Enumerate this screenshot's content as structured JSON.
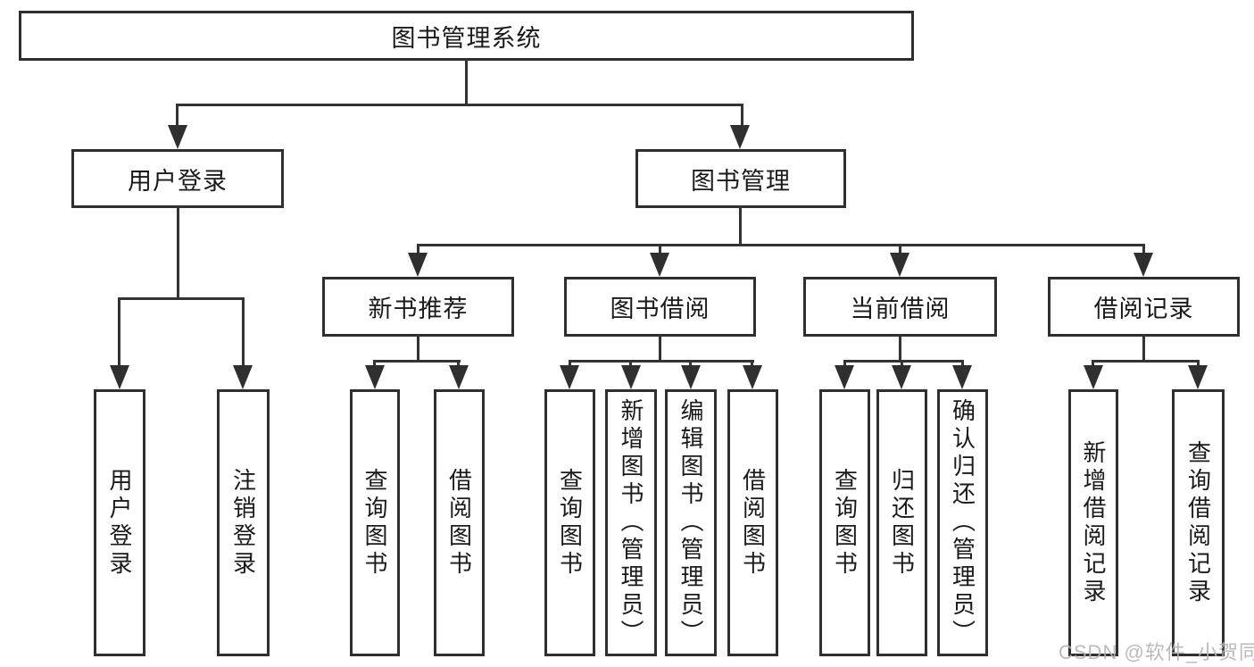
{
  "title": "图书管理系统",
  "watermark": "CSDN @软件_小贺同学",
  "colors": {
    "background": "#ffffff",
    "box_border": "#2f2f2f",
    "connector_line": "#333333",
    "text": "#1a1a1a",
    "watermark_text": "#b3b3b3"
  },
  "tree": {
    "label": "图书管理系统",
    "children": [
      {
        "label": "用户登录",
        "children": [
          {
            "label": "用户登录"
          },
          {
            "label": "注销登录"
          }
        ]
      },
      {
        "label": "图书管理",
        "children": [
          {
            "label": "新书推荐",
            "children": [
              {
                "label": "查询图书"
              },
              {
                "label": "借阅图书"
              }
            ]
          },
          {
            "label": "图书借阅",
            "children": [
              {
                "label": "查询图书"
              },
              {
                "label": "新增图书（管理员）"
              },
              {
                "label": "编辑图书（管理员）"
              },
              {
                "label": "借阅图书"
              }
            ]
          },
          {
            "label": "当前借阅",
            "children": [
              {
                "label": "查询图书"
              },
              {
                "label": "归还图书"
              },
              {
                "label": "确认归还（管理员）"
              }
            ]
          },
          {
            "label": "借阅记录",
            "children": [
              {
                "label": "新增借阅记录"
              },
              {
                "label": "查询借阅记录"
              }
            ]
          }
        ]
      }
    ]
  }
}
